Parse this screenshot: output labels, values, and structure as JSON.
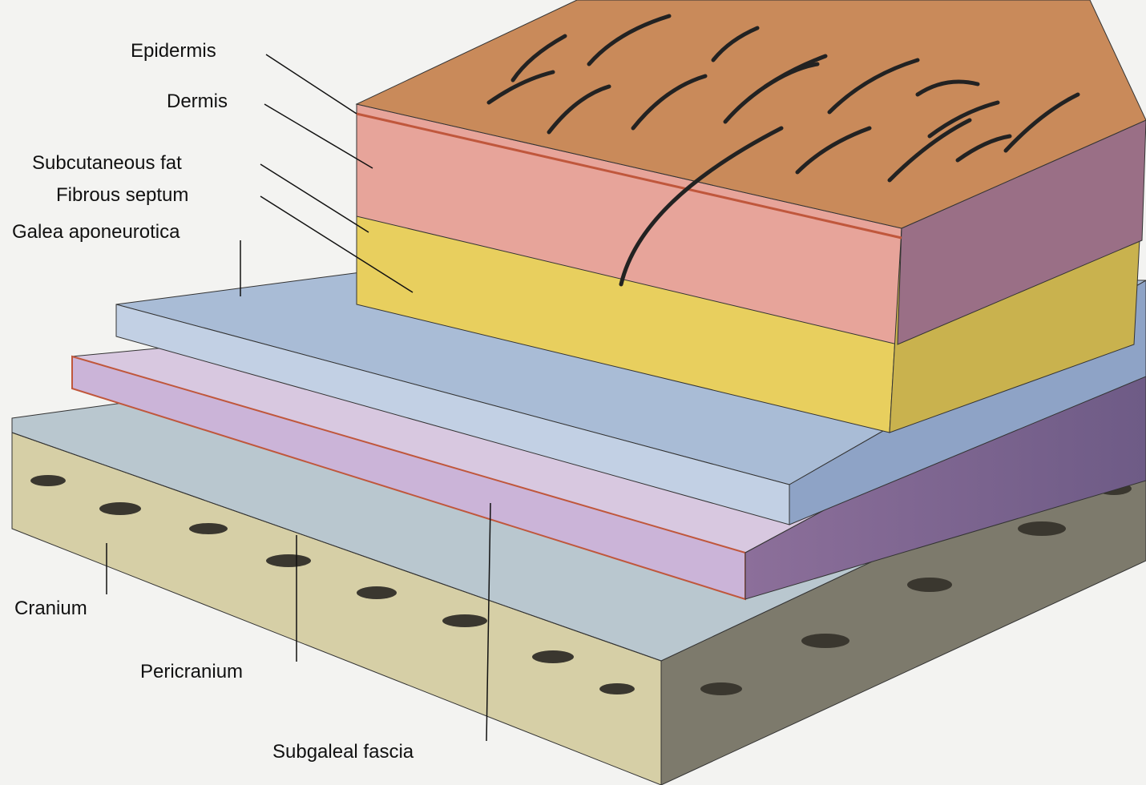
{
  "labels": {
    "epidermis": "Epidermis",
    "dermis": "Dermis",
    "subcutaneous_fat": "Subcutaneous fat",
    "fibrous_septum": "Fibrous septum",
    "galea": "Galea aponeurotica",
    "cranium": "Cranium",
    "pericranium": "Pericranium",
    "subgaleal_fascia": "Subgaleal fascia"
  },
  "colors": {
    "epidermis": "#c98a5a",
    "dermis": "#e7a49a",
    "fat": "#e8cf5e",
    "galea": "#a9bcd6",
    "subgaleal": "#c9b5d6",
    "pericranium": "#b9c7cf",
    "cranium_front": "#d6cfa6",
    "cranium_side": "#7d7a6c"
  }
}
